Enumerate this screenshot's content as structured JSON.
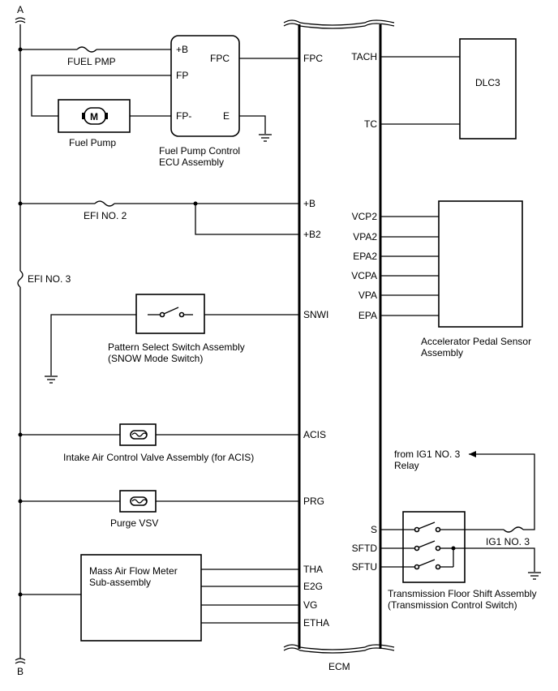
{
  "rails": {
    "top": "A",
    "bottom": "B"
  },
  "ecm": {
    "label": "ECM",
    "left_pins": [
      "FPC",
      "+B",
      "+B2",
      "SNWI",
      "ACIS",
      "PRG",
      "THA",
      "E2G",
      "VG",
      "ETHA"
    ],
    "right_pins": [
      "TACH",
      "TC",
      "VCP2",
      "VPA2",
      "EPA2",
      "VCPA",
      "VPA",
      "EPA",
      "S",
      "SFTD",
      "SFTU"
    ]
  },
  "fuses": {
    "fuel_pmp": "FUEL PMP",
    "efi2": "EFI NO. 2",
    "efi3": "EFI NO. 3",
    "ig1": "IG1 NO. 3"
  },
  "fuel_pump": {
    "label": "Fuel Pump",
    "motor_symbol": "M"
  },
  "fpc_ecu": {
    "pins": [
      "+B",
      "FP",
      "FP-",
      "FPC",
      "E"
    ],
    "label_line1": "Fuel Pump Control",
    "label_line2": "ECU Assembly"
  },
  "pattern_switch": {
    "line1": "Pattern Select Switch Assembly",
    "line2": "(SNOW Mode Switch)"
  },
  "acis_valve": {
    "label": "Intake Air Control Valve Assembly (for ACIS)"
  },
  "purge_vsv": {
    "label": "Purge VSV"
  },
  "maf": {
    "line1": "Mass Air Flow Meter",
    "line2": "Sub-assembly"
  },
  "dlc3": {
    "label": "DLC3"
  },
  "accel_sensor": {
    "line1": "Accelerator Pedal Sensor",
    "line2": "Assembly"
  },
  "relay_source": {
    "line1": "from IG1 NO. 3",
    "line2": "Relay"
  },
  "floor_shift": {
    "line1": "Transmission Floor Shift Assembly",
    "line2": "(Transmission Control Switch)"
  }
}
